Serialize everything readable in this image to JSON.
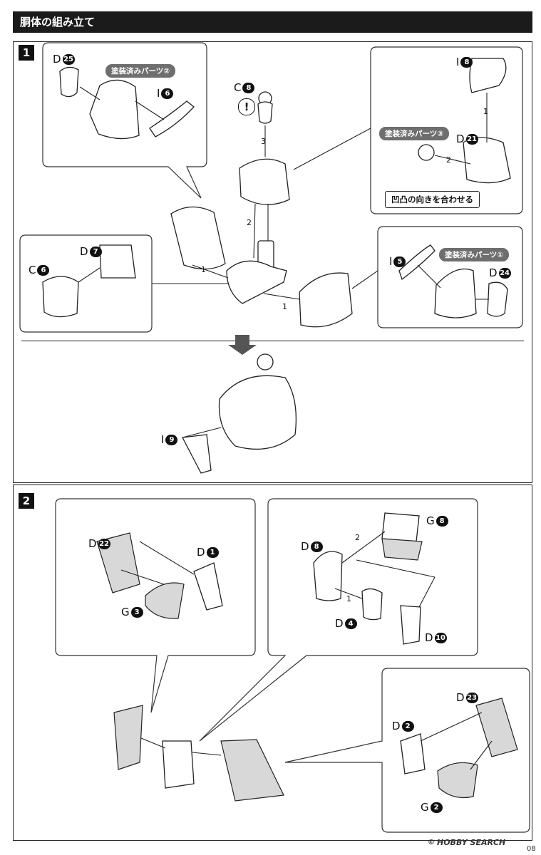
{
  "header": {
    "title": "胴体の組み立て"
  },
  "steps": [
    {
      "number": "1"
    },
    {
      "number": "2"
    }
  ],
  "step1": {
    "labels": {
      "d25": {
        "letter": "D",
        "num": "25"
      },
      "i6": {
        "letter": "I",
        "num": "6"
      },
      "c8": {
        "letter": "C",
        "num": "8"
      },
      "i8": {
        "letter": "I",
        "num": "8"
      },
      "d21": {
        "letter": "D",
        "num": "21"
      },
      "d7": {
        "letter": "D",
        "num": "7"
      },
      "c6": {
        "letter": "C",
        "num": "6"
      },
      "i5": {
        "letter": "I",
        "num": "5"
      },
      "d24": {
        "letter": "D",
        "num": "24"
      },
      "i9": {
        "letter": "I",
        "num": "9"
      }
    },
    "notes": {
      "painted2": "塗装済みパーツ②",
      "painted3": "塗装済みパーツ③",
      "painted1": "塗装済みパーツ①",
      "align": "凹凸の向きを合わせる",
      "warn": "!"
    },
    "order": {
      "one": "1",
      "two": "2",
      "three": "3"
    }
  },
  "step2": {
    "labels": {
      "d22": {
        "letter": "D",
        "num": "22"
      },
      "d1": {
        "letter": "D",
        "num": "1"
      },
      "g3": {
        "letter": "G",
        "num": "3"
      },
      "d8": {
        "letter": "D",
        "num": "8"
      },
      "g8": {
        "letter": "G",
        "num": "8"
      },
      "d4": {
        "letter": "D",
        "num": "4"
      },
      "d10": {
        "letter": "D",
        "num": "10"
      },
      "d23": {
        "letter": "D",
        "num": "23"
      },
      "d2": {
        "letter": "D",
        "num": "2"
      },
      "g2": {
        "letter": "G",
        "num": "2"
      }
    },
    "order": {
      "one": "1",
      "two": "2"
    }
  },
  "footer": {
    "copyright": "©",
    "brand": "HOBBY SEARCH",
    "page": "08"
  }
}
